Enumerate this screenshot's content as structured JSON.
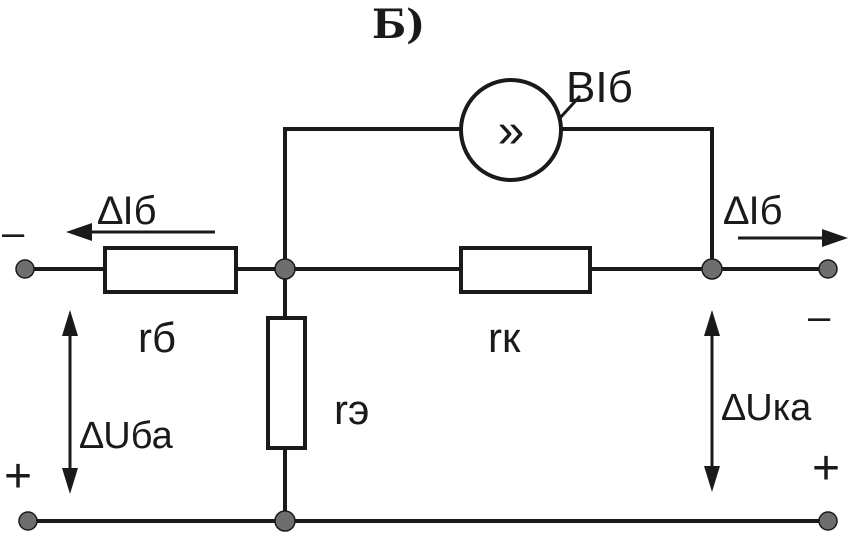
{
  "title": "Б)",
  "labels": {
    "source_label": "BIб",
    "source_symbol": "»",
    "delta_i_in": "∆Iб",
    "delta_i_out": "∆Iб",
    "r_base": "rб",
    "r_collector": "rк",
    "r_emitter": "rэ",
    "delta_u_in": "∆Uба",
    "delta_u_out": "∆Uка"
  },
  "polarity": {
    "left_top": "–",
    "left_bottom": "+",
    "right_top": "–",
    "right_bottom": "+"
  },
  "colors": {
    "ink": "#1a1a1a",
    "paper": "#ffffff",
    "node_fill": "#6e6e6e"
  }
}
